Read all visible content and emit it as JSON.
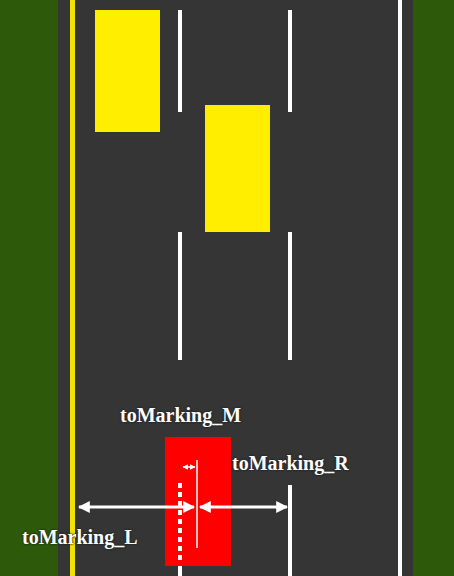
{
  "diagram": {
    "labels": [
      "toMarking_M",
      "toMarking_R",
      "toMarking_L"
    ]
  }
}
